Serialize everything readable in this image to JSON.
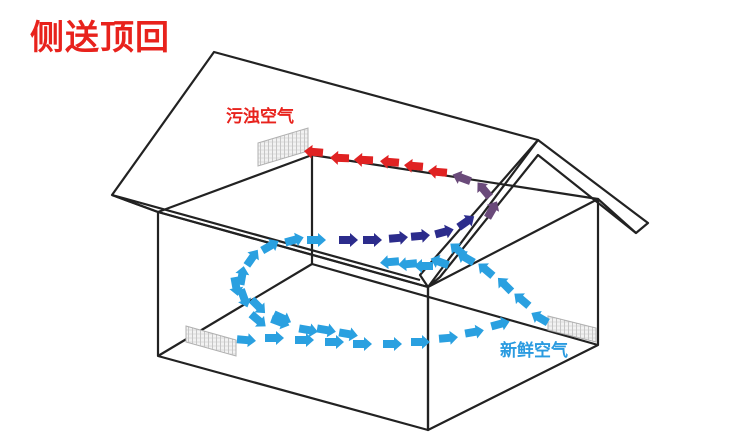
{
  "title": "侧送顶回",
  "labels": {
    "dirty_air": "污浊空气",
    "fresh_air": "新鲜空气"
  },
  "colors": {
    "title": "#e8221c",
    "dirty_air": "#e8221c",
    "fresh_air": "#2a9be0",
    "fresh_arrow": "#2aa0e0",
    "warm_arrow": "#2c2c8c",
    "dirty_arrow": "#e02222",
    "purple_arrow": "#6a4a7a",
    "house_line": "#222222"
  },
  "flow": {
    "fresh_air_arrows": 35,
    "dark_blue_arrows": 6,
    "purple_arrows": 3,
    "red_arrows": 6
  }
}
